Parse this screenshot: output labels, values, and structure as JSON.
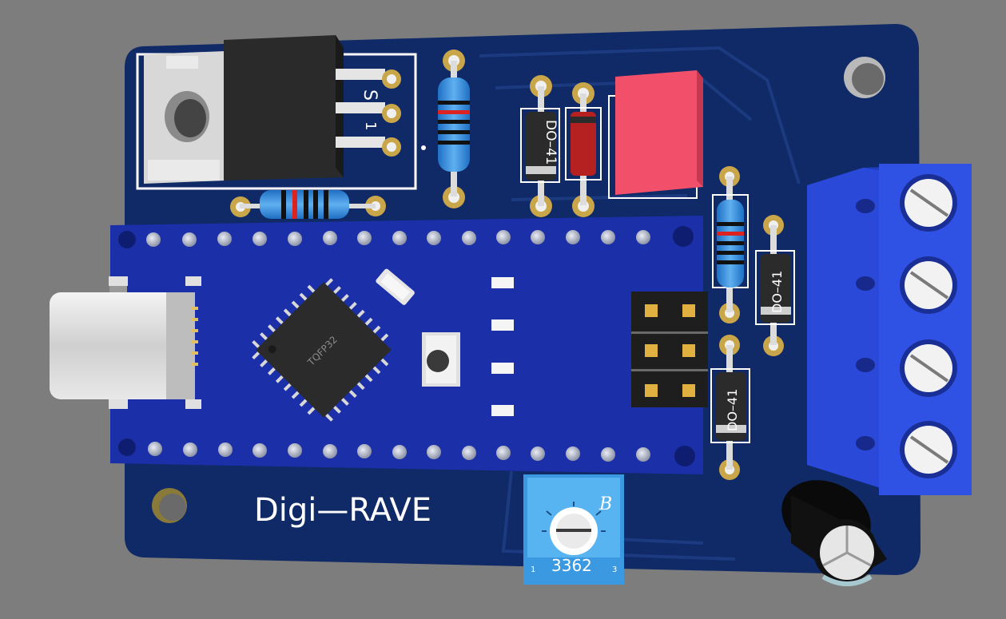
{
  "board": {
    "title": "Digi—RAVE",
    "colors": {
      "background": "#7d7d7d",
      "pcb": "#0f2a66",
      "module": "#1b2fa8",
      "terminal": "#2a49d8",
      "pad": "#c9a64a",
      "silkscreen": "#ffffff"
    }
  },
  "regulator": {
    "label": "S",
    "pin_label": "1"
  },
  "diodes": [
    {
      "label": "DO–41"
    },
    {
      "label": "DO–41"
    },
    {
      "label": "DO–41"
    }
  ],
  "mcu": {
    "marking": "TQFP32"
  },
  "trimmer": {
    "marking": "3362",
    "letter": "B",
    "pin1": "1",
    "pin3": "3"
  }
}
